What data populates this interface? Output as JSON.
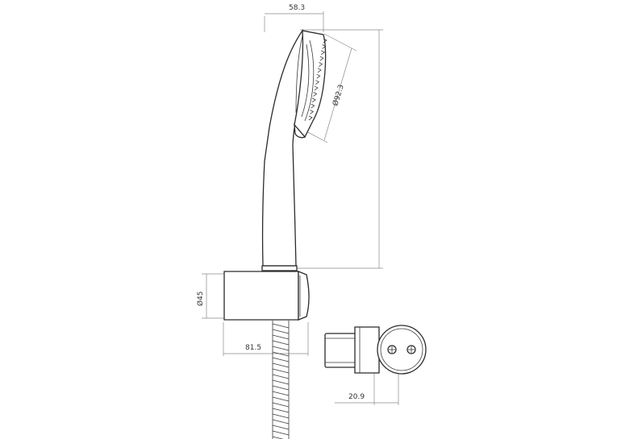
{
  "dimensions": {
    "head_width": "58.3",
    "head_diameter": "Ø92.3",
    "holder_diameter": "Ø45",
    "holder_depth": "81.5",
    "bracket_offset": "20.9"
  },
  "colors": {
    "outline": "#2b2b2b",
    "dimension_line": "#8a8a8a",
    "background": "#ffffff"
  }
}
